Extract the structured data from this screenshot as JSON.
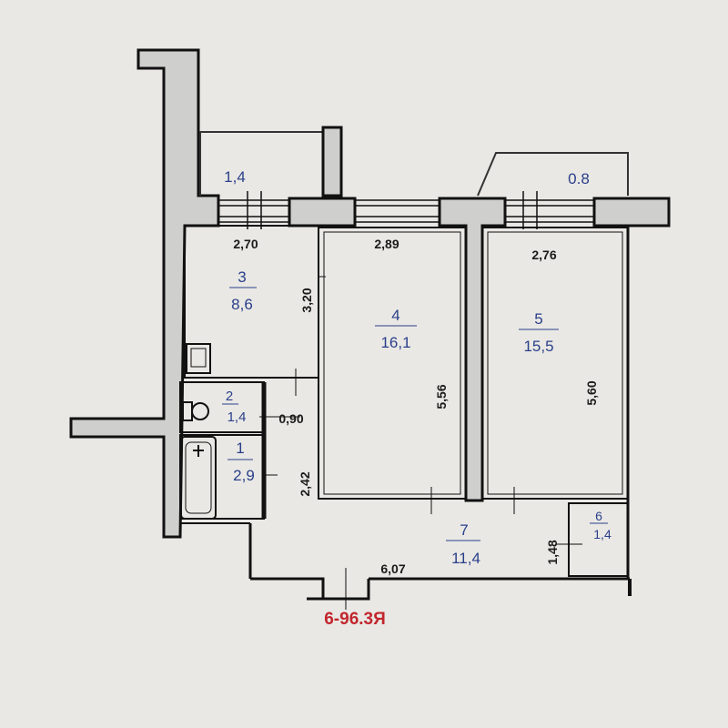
{
  "plan": {
    "stamp": "6-96.3Я",
    "balconies": [
      {
        "area": "1,4"
      },
      {
        "area": "0.8"
      }
    ],
    "rooms": [
      {
        "number": "1",
        "area": "2,9"
      },
      {
        "number": "2",
        "area": "1,4"
      },
      {
        "number": "3",
        "area": "8,6"
      },
      {
        "number": "4",
        "area": "16,1"
      },
      {
        "number": "5",
        "area": "15,5"
      },
      {
        "number": "6",
        "area": "1,4"
      },
      {
        "number": "7",
        "area": "11,4"
      }
    ],
    "dimensions": {
      "room3_width": "2,70",
      "room3_length": "3,20",
      "room4_width": "2,89",
      "room4_length": "5,56",
      "room5_width": "2,76",
      "room5_length": "5,60",
      "room2_width": "0,90",
      "hall_depth": "2,42",
      "corridor_length": "6,07",
      "corridor_depth": "1,48"
    },
    "colors": {
      "wall": "#c9c9c7",
      "label": "#2a3f8a",
      "stamp": "#c2262e"
    }
  }
}
